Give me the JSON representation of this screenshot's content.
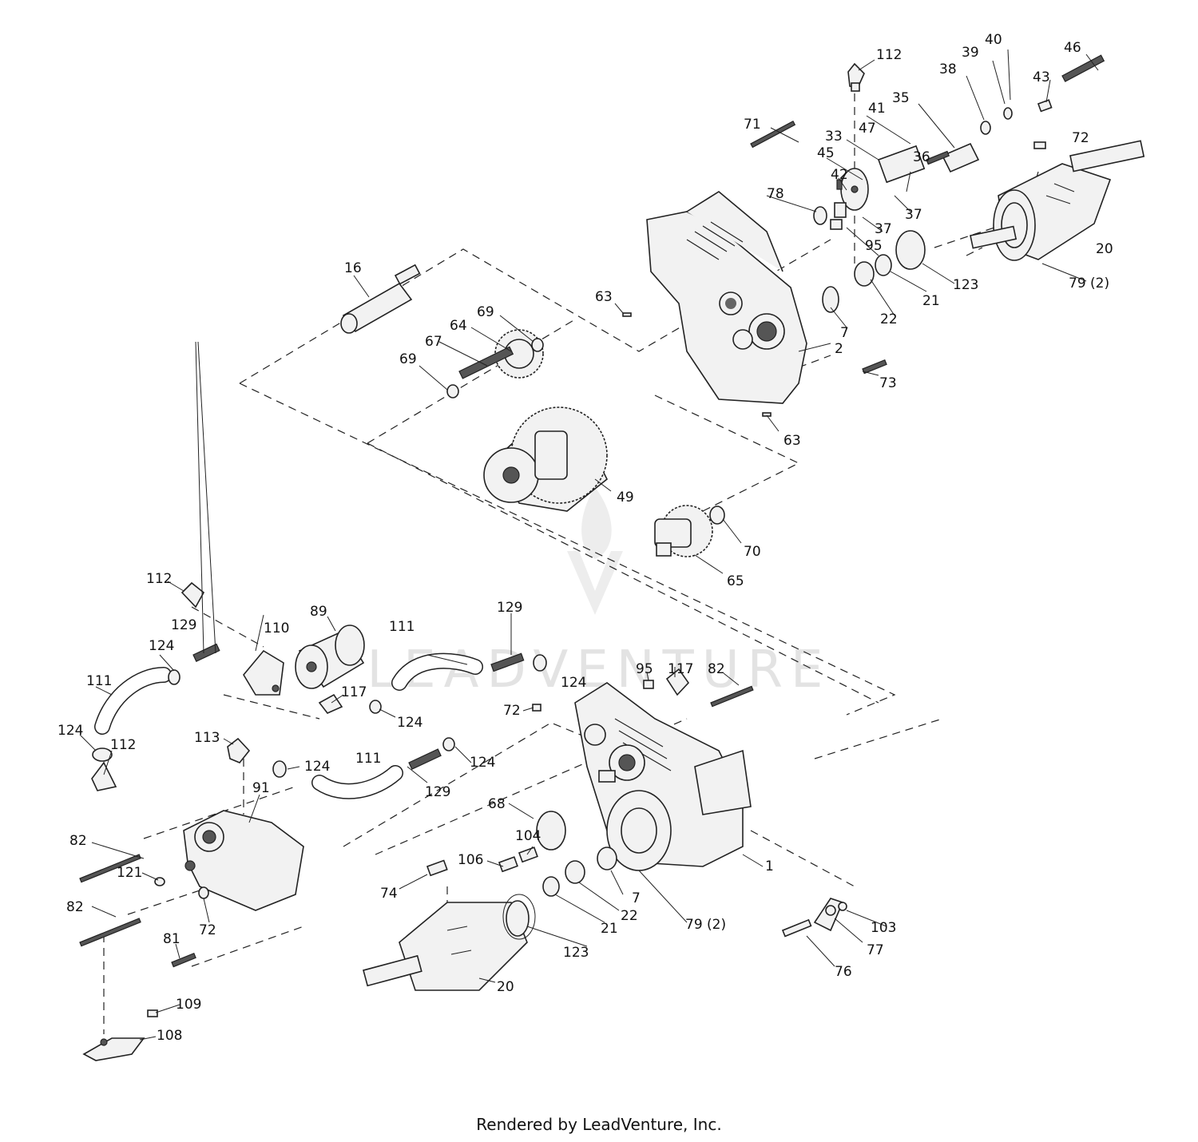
{
  "watermark": "LEADVENTURE",
  "footer": "Rendered by LeadVenture, Inc.",
  "callouts": [
    {
      "id": "112",
      "text": "112"
    },
    {
      "id": "40",
      "text": "40"
    },
    {
      "id": "46",
      "text": "46"
    },
    {
      "id": "39",
      "text": "39"
    },
    {
      "id": "38",
      "text": "38"
    },
    {
      "id": "43",
      "text": "43"
    },
    {
      "id": "41",
      "text": "41"
    },
    {
      "id": "35",
      "text": "35"
    },
    {
      "id": "71",
      "text": "71"
    },
    {
      "id": "47",
      "text": "47"
    },
    {
      "id": "33",
      "text": "33"
    },
    {
      "id": "72",
      "text": "72"
    },
    {
      "id": "45",
      "text": "45"
    },
    {
      "id": "36",
      "text": "36"
    },
    {
      "id": "42",
      "text": "42"
    },
    {
      "id": "78",
      "text": "78"
    },
    {
      "id": "37a",
      "text": "37"
    },
    {
      "id": "37b",
      "text": "37"
    },
    {
      "id": "95",
      "text": "95"
    },
    {
      "id": "20",
      "text": "20"
    },
    {
      "id": "79-2",
      "text": "79 (2)"
    },
    {
      "id": "16",
      "text": "16"
    },
    {
      "id": "123",
      "text": "123"
    },
    {
      "id": "21",
      "text": "21"
    },
    {
      "id": "63a",
      "text": "63"
    },
    {
      "id": "69a",
      "text": "69"
    },
    {
      "id": "64",
      "text": "64"
    },
    {
      "id": "22",
      "text": "22"
    },
    {
      "id": "7",
      "text": "7"
    },
    {
      "id": "2",
      "text": "2"
    },
    {
      "id": "67",
      "text": "67"
    },
    {
      "id": "69b",
      "text": "69"
    },
    {
      "id": "73",
      "text": "73"
    },
    {
      "id": "63b",
      "text": "63"
    },
    {
      "id": "49",
      "text": "49"
    },
    {
      "id": "70",
      "text": "70"
    },
    {
      "id": "65",
      "text": "65"
    },
    {
      "id": "112b",
      "text": "112"
    },
    {
      "id": "89",
      "text": "89"
    },
    {
      "id": "129a",
      "text": "129"
    },
    {
      "id": "110",
      "text": "110"
    },
    {
      "id": "111a",
      "text": "111"
    },
    {
      "id": "129b",
      "text": "129"
    },
    {
      "id": "124a",
      "text": "124"
    },
    {
      "id": "117a",
      "text": "117"
    },
    {
      "id": "95b",
      "text": "95"
    },
    {
      "id": "82a",
      "text": "82"
    },
    {
      "id": "124b",
      "text": "124"
    },
    {
      "id": "111b",
      "text": "111"
    },
    {
      "id": "117b",
      "text": "117"
    },
    {
      "id": "124c",
      "text": "124"
    },
    {
      "id": "72b",
      "text": "72"
    },
    {
      "id": "124d",
      "text": "124"
    },
    {
      "id": "112c",
      "text": "112"
    },
    {
      "id": "113",
      "text": "113"
    },
    {
      "id": "124e",
      "text": "124"
    },
    {
      "id": "111c",
      "text": "111"
    },
    {
      "id": "124f",
      "text": "124"
    },
    {
      "id": "129c",
      "text": "129"
    },
    {
      "id": "91",
      "text": "91"
    },
    {
      "id": "68",
      "text": "68"
    },
    {
      "id": "104",
      "text": "104"
    },
    {
      "id": "82b",
      "text": "82"
    },
    {
      "id": "106",
      "text": "106"
    },
    {
      "id": "121",
      "text": "121"
    },
    {
      "id": "1",
      "text": "1"
    },
    {
      "id": "74",
      "text": "74"
    },
    {
      "id": "7b",
      "text": "7"
    },
    {
      "id": "22b",
      "text": "22"
    },
    {
      "id": "82c",
      "text": "82"
    },
    {
      "id": "72c",
      "text": "72"
    },
    {
      "id": "21b",
      "text": "21"
    },
    {
      "id": "79-2b",
      "text": "79 (2)"
    },
    {
      "id": "103",
      "text": "103"
    },
    {
      "id": "81",
      "text": "81"
    },
    {
      "id": "123b",
      "text": "123"
    },
    {
      "id": "77",
      "text": "77"
    },
    {
      "id": "76",
      "text": "76"
    },
    {
      "id": "20b",
      "text": "20"
    },
    {
      "id": "109",
      "text": "109"
    },
    {
      "id": "108",
      "text": "108"
    }
  ]
}
